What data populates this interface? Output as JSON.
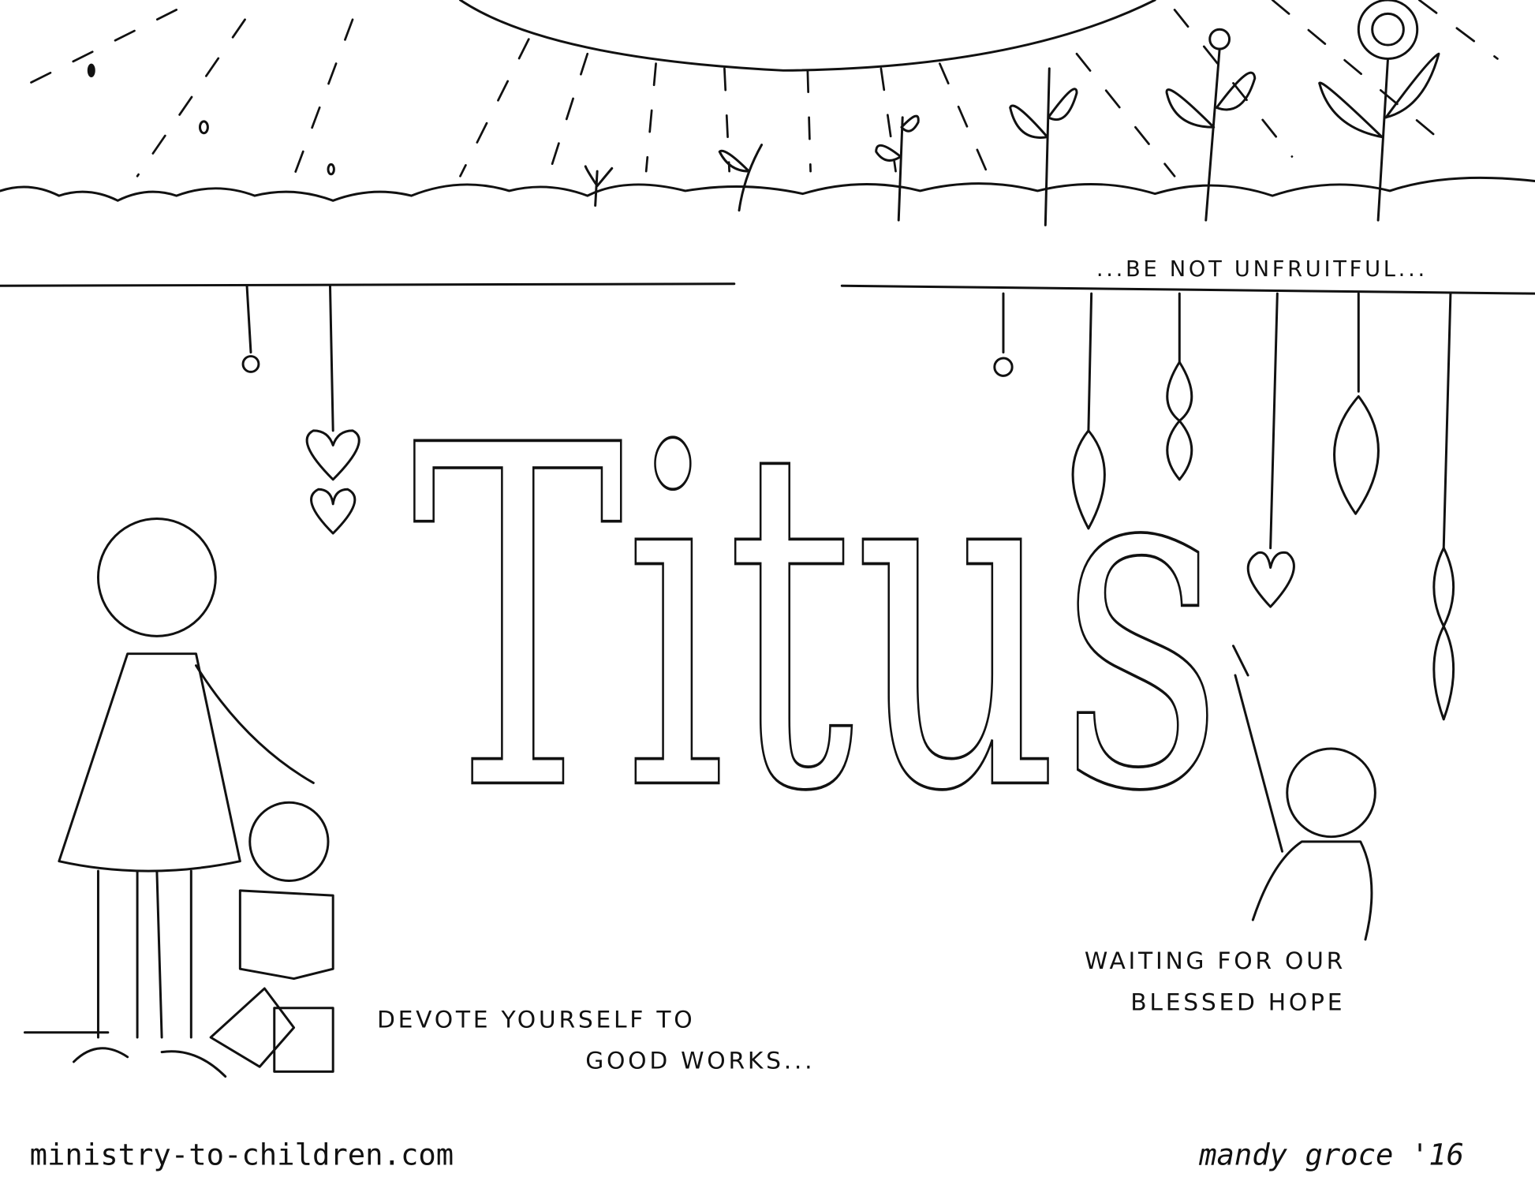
{
  "title": "Titus",
  "banner_text": "...BE NOT UNFRUITFUL...",
  "left_caption": [
    "DEVOTE YOURSELF TO",
    "GOOD WORKS..."
  ],
  "right_caption": [
    "WAITING FOR OUR",
    "BLESSED HOPE"
  ],
  "website": "ministry-to-children.com",
  "signature": "mandy groce '16"
}
